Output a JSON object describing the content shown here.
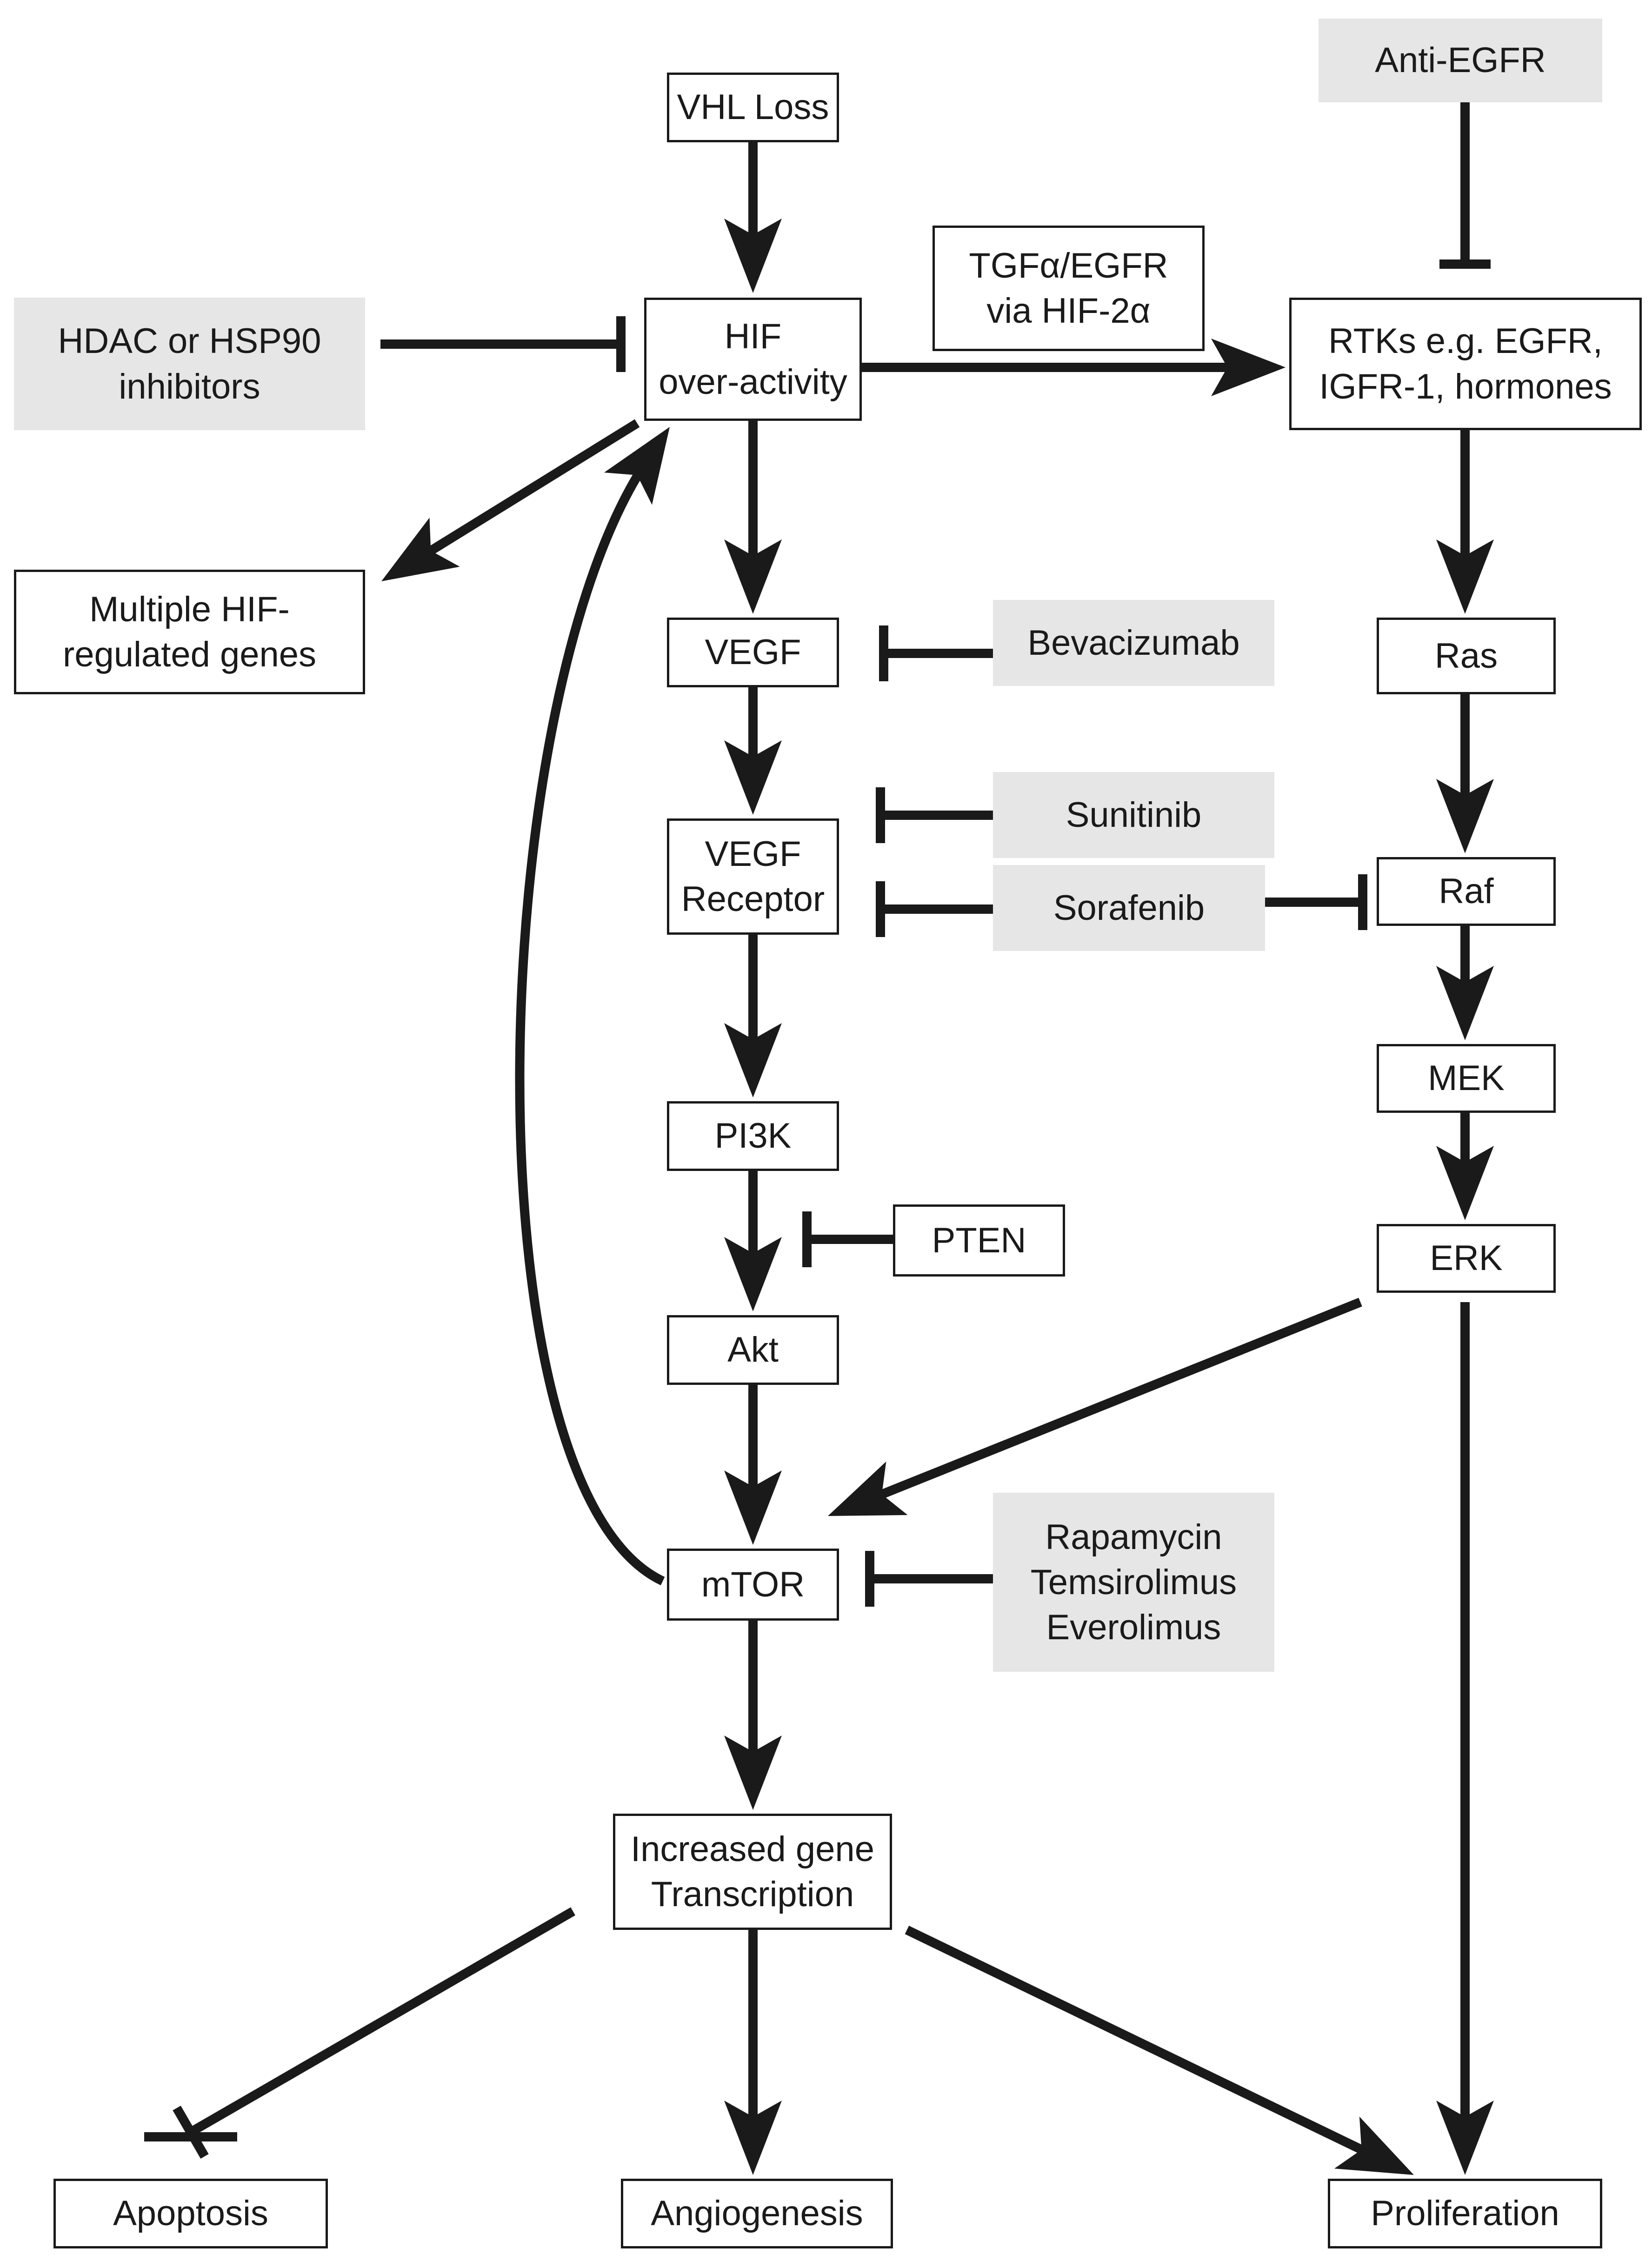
{
  "nodes": {
    "vhl_loss": [
      "VHL Loss"
    ],
    "hif": [
      "HIF",
      "over-activity"
    ],
    "tgf": [
      "TGFα/EGFR",
      "via HIF-2α"
    ],
    "rtks": [
      "RTKs e.g. EGFR,",
      "IGFR-1, hormones"
    ],
    "hif_genes": [
      "Multiple HIF-",
      "regulated genes"
    ],
    "vegf": [
      "VEGF"
    ],
    "vegf_receptor": [
      "VEGF",
      "Receptor"
    ],
    "pi3k": [
      "PI3K"
    ],
    "pten": [
      "PTEN"
    ],
    "akt": [
      "Akt"
    ],
    "mtor": [
      "mTOR"
    ],
    "ras": [
      "Ras"
    ],
    "raf": [
      "Raf"
    ],
    "mek": [
      "MEK"
    ],
    "erk": [
      "ERK"
    ],
    "transcription": [
      "Increased gene",
      "Transcription"
    ],
    "apoptosis": [
      "Apoptosis"
    ],
    "angiogenesis": [
      "Angiogenesis"
    ],
    "proliferation": [
      "Proliferation"
    ]
  },
  "drugs": {
    "anti_egfr": [
      "Anti-EGFR"
    ],
    "hdac_hsp90": [
      "HDAC or HSP90",
      "inhibitors"
    ],
    "bevacizumab": [
      "Bevacizumab"
    ],
    "sunitinib": [
      "Sunitinib"
    ],
    "sorafenib": [
      "Sorafenib"
    ],
    "mtor_inhibitors": [
      "Rapamycin",
      "Temsirolimus",
      "Everolimus"
    ]
  },
  "colors": {
    "line": "#1a1a1a",
    "drug_fill": "#e6e6e6"
  }
}
